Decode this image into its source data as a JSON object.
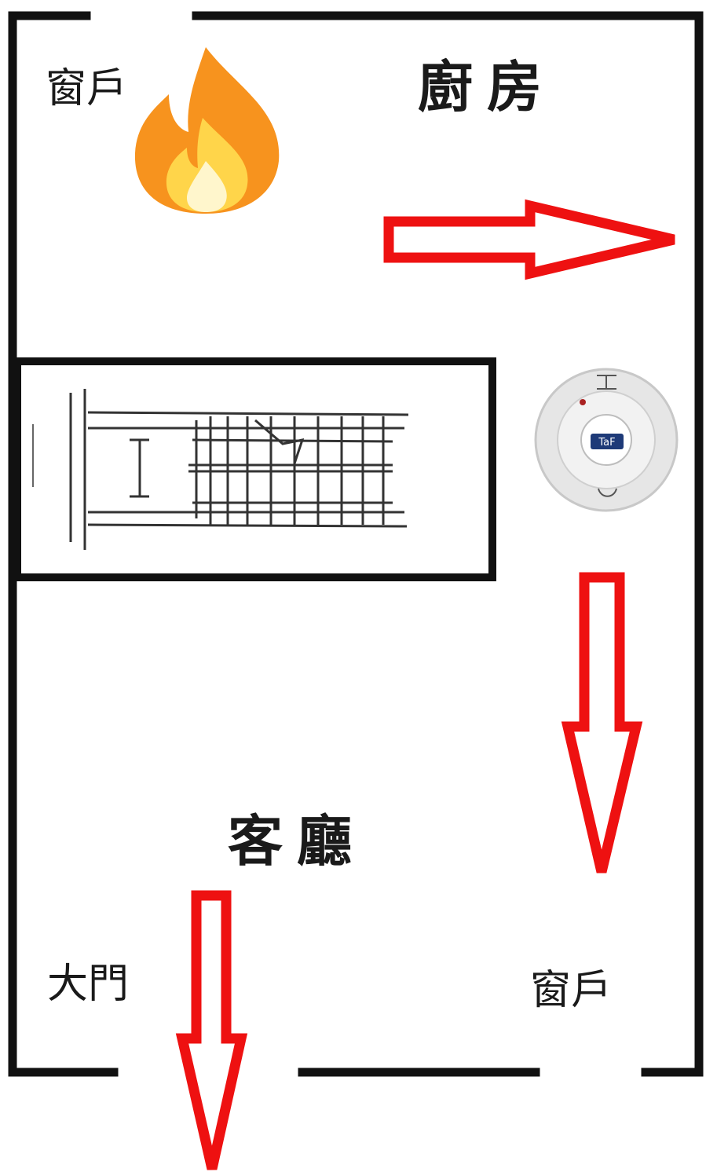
{
  "labels": {
    "window_top_left": "窗戶",
    "kitchen": "廚房",
    "living_room": "客廳",
    "main_door": "大門",
    "window_bottom_right": "窗戶"
  },
  "icons": {
    "fire": "fire-icon",
    "smoke_detector": "smoke-detector-icon",
    "staircase": "staircase-icon"
  },
  "detector_label": "TaF",
  "colors": {
    "wall": "#111111",
    "arrow": "#ee1111",
    "flame_outer": "#f7931e",
    "flame_inner": "#ffd54a"
  }
}
